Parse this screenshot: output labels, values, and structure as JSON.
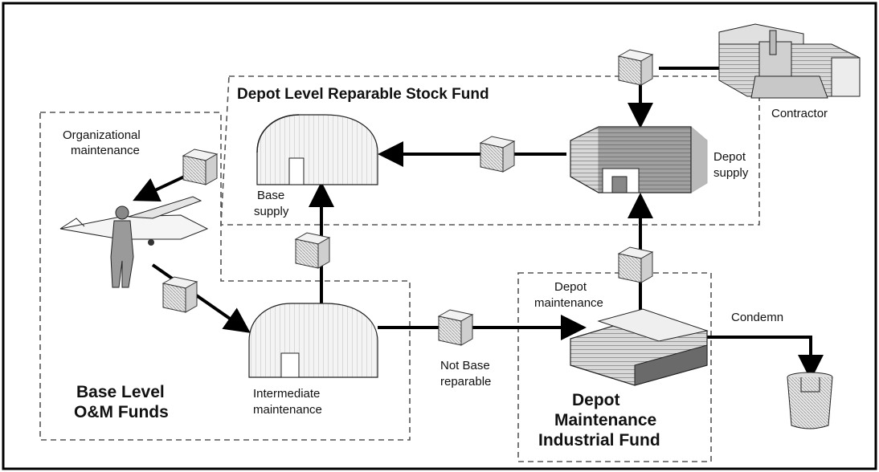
{
  "labels": {
    "dlr_fund": "Depot Level Reparable Stock Fund",
    "contractor": "Contractor",
    "org_maint_1": "Organizational",
    "org_maint_2": "maintenance",
    "base_supply_1": "Base",
    "base_supply_2": "supply",
    "depot_supply_1": "Depot",
    "depot_supply_2": "supply",
    "depot_maint_1": "Depot",
    "depot_maint_2": "maintenance",
    "condemn": "Condemn",
    "not_base_1": "Not Base",
    "not_base_2": "reparable",
    "inter_maint_1": "Intermediate",
    "inter_maint_2": "maintenance",
    "base_level_1": "Base Level",
    "base_level_2": "O&M Funds",
    "dmif_1": "Depot",
    "dmif_2": "Maintenance",
    "dmif_3": "Industrial Fund"
  }
}
